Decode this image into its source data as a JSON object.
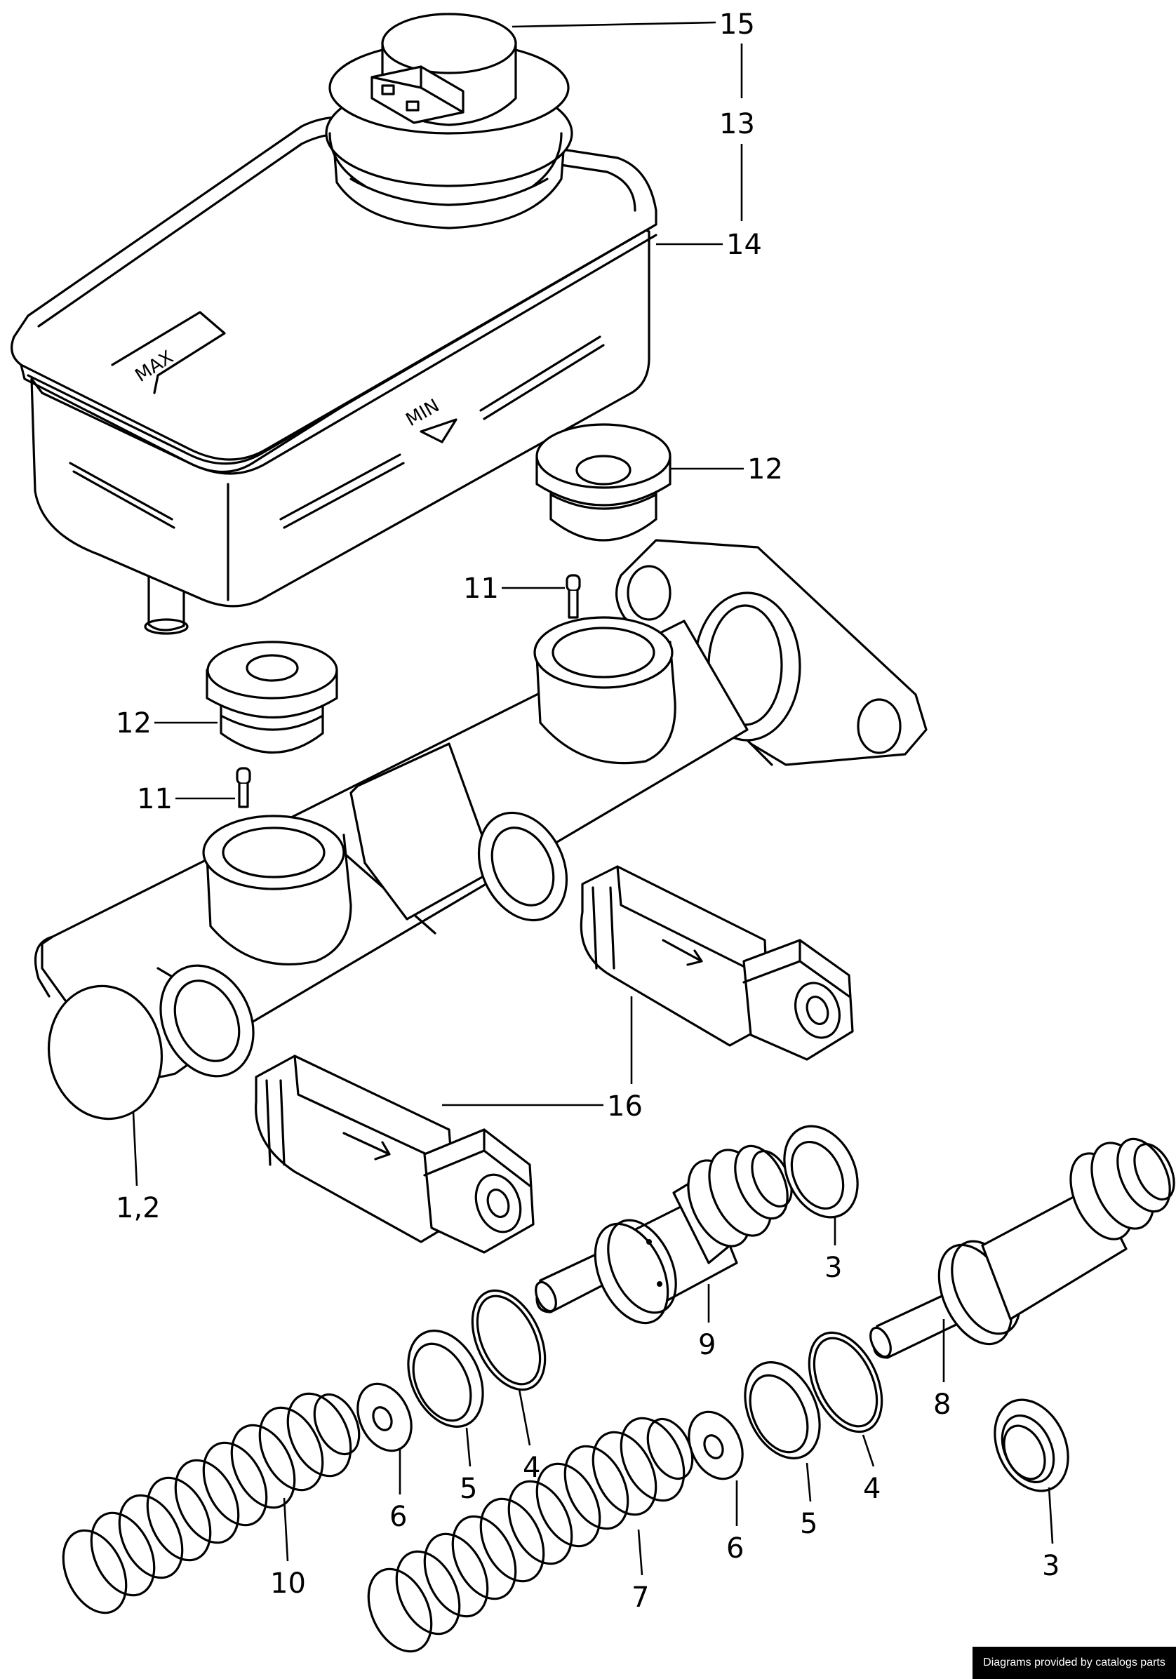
{
  "reservoir_labels": {
    "max": "MAX",
    "min": "MIN"
  },
  "callouts": [
    {
      "id": "c15a",
      "text": "15"
    },
    {
      "id": "c13",
      "text": "13"
    },
    {
      "id": "c14",
      "text": "14"
    },
    {
      "id": "c12a",
      "text": "12"
    },
    {
      "id": "c11a",
      "text": "11"
    },
    {
      "id": "c12b",
      "text": "12"
    },
    {
      "id": "c11b",
      "text": "11"
    },
    {
      "id": "c16",
      "text": "16"
    },
    {
      "id": "c12c",
      "text": "1,2"
    },
    {
      "id": "c3a",
      "text": "3"
    },
    {
      "id": "c9",
      "text": "9"
    },
    {
      "id": "c4a",
      "text": "4"
    },
    {
      "id": "c5a",
      "text": "5"
    },
    {
      "id": "c6a",
      "text": "6"
    },
    {
      "id": "c10",
      "text": "10"
    },
    {
      "id": "c8",
      "text": "8"
    },
    {
      "id": "c4b",
      "text": "4"
    },
    {
      "id": "c5b",
      "text": "5"
    },
    {
      "id": "c6b",
      "text": "6"
    },
    {
      "id": "c7",
      "text": "7"
    },
    {
      "id": "c3b",
      "text": "3"
    }
  ],
  "credit": "Diagrams provided by catalogs parts"
}
